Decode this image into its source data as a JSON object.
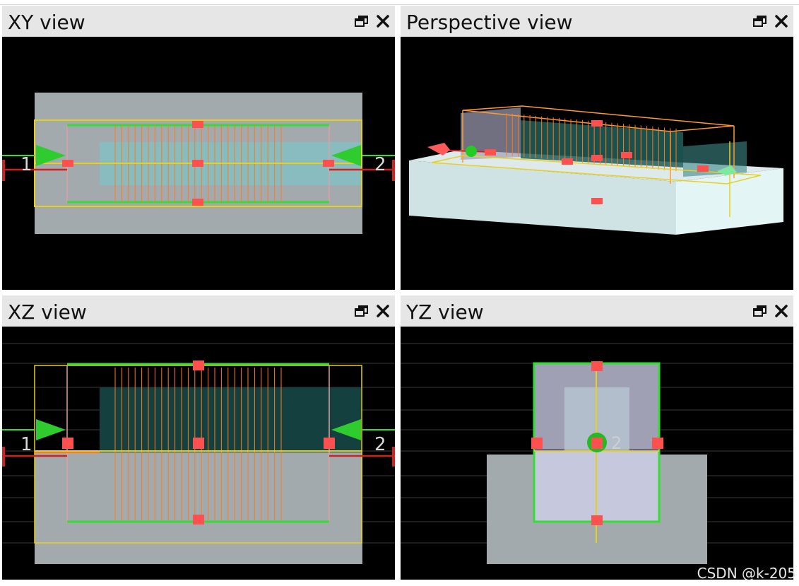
{
  "windows": {
    "xy": {
      "title": "XY view"
    },
    "perspective": {
      "title": "Perspective view"
    },
    "xz": {
      "title": "XZ view"
    },
    "yz": {
      "title": "YZ view"
    }
  },
  "ports": {
    "port1_label": "1",
    "port2_label": "2"
  },
  "icons": {
    "restore": "window-restore-icon",
    "close": "close-icon"
  },
  "watermark": "CSDN @k-205",
  "colors": {
    "background": "#000000",
    "titlebar": "#e6e6e6",
    "substrate": "#a3aaad",
    "box_outline": "#e8d020",
    "waveguide_green": "#33dd33",
    "grating_orange": "#ff7a1a",
    "handle_red": "#ff5050",
    "port_arrow": "#2ecc2e",
    "teal_region": "#7fd0d0"
  }
}
